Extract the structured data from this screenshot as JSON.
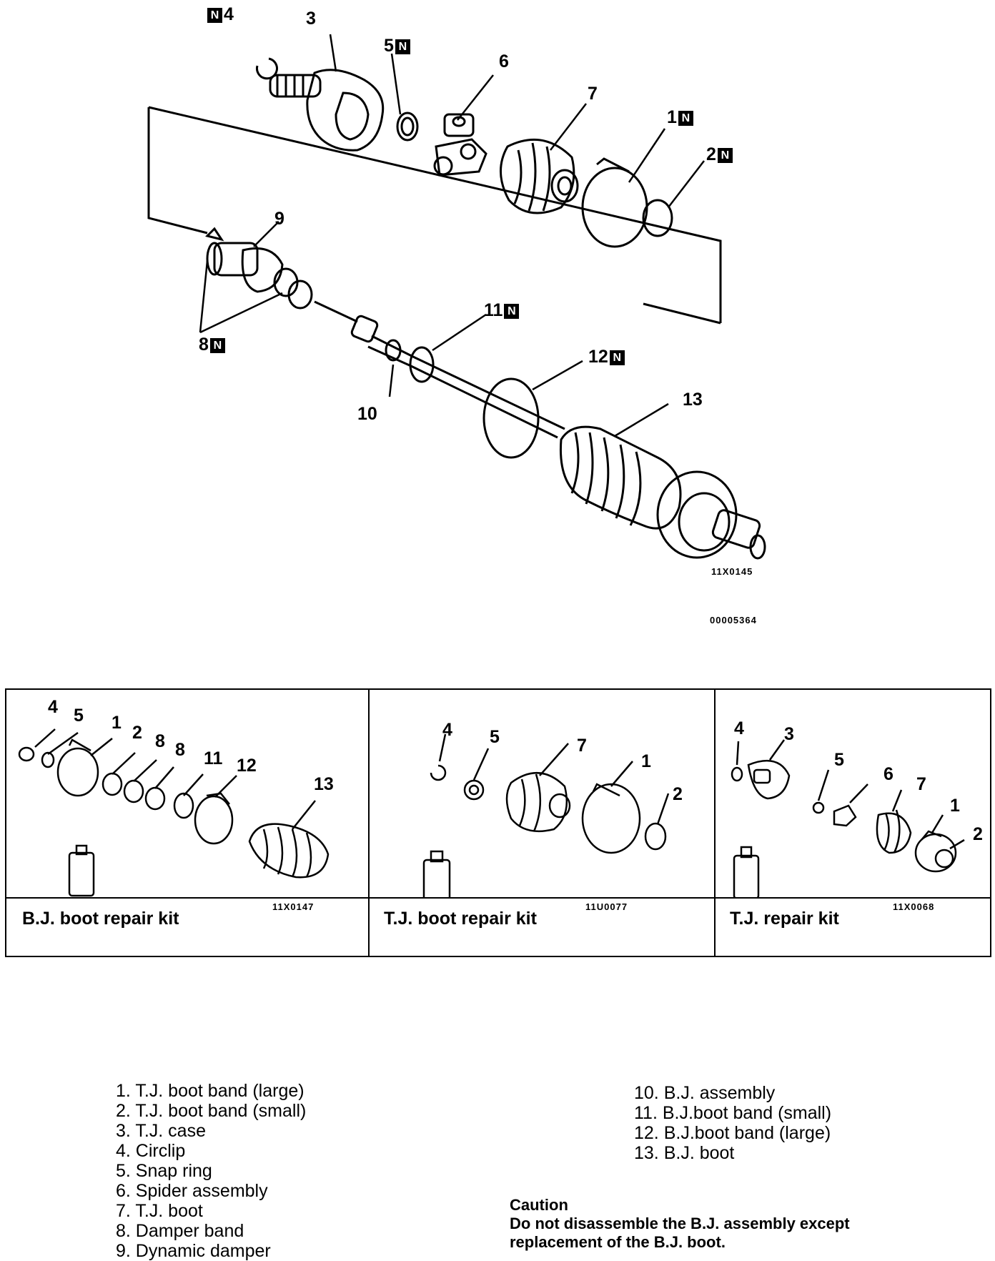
{
  "main_diagram": {
    "figure_code": "11X0145",
    "image_code": "00005364",
    "callouts": [
      {
        "id": "c4",
        "number": "4",
        "new_badge": "N"
      },
      {
        "id": "c3",
        "number": "3",
        "new_badge": ""
      },
      {
        "id": "c5",
        "number": "5",
        "new_badge": "N"
      },
      {
        "id": "c6",
        "number": "6",
        "new_badge": ""
      },
      {
        "id": "c7",
        "number": "7",
        "new_badge": ""
      },
      {
        "id": "c1",
        "number": "1",
        "new_badge": "N"
      },
      {
        "id": "c2",
        "number": "2",
        "new_badge": "N"
      },
      {
        "id": "c9",
        "number": "9",
        "new_badge": ""
      },
      {
        "id": "c8",
        "number": "8",
        "new_badge": "N"
      },
      {
        "id": "c11",
        "number": "11",
        "new_badge": "N"
      },
      {
        "id": "c12",
        "number": "12",
        "new_badge": "N"
      },
      {
        "id": "c10",
        "number": "10",
        "new_badge": ""
      },
      {
        "id": "c13",
        "number": "13",
        "new_badge": ""
      }
    ]
  },
  "kits": [
    {
      "label": "B.J. boot repair kit",
      "figure_code": "11X0147",
      "callouts": [
        "4",
        "5",
        "1",
        "2",
        "8",
        "8",
        "11",
        "12",
        "13"
      ]
    },
    {
      "label": "T.J. boot repair kit",
      "figure_code": "11U0077",
      "callouts": [
        "4",
        "5",
        "7",
        "1",
        "2"
      ]
    },
    {
      "label": "T.J. repair kit",
      "figure_code": "11X0068",
      "callouts": [
        "4",
        "3",
        "5",
        "6",
        "7",
        "1",
        "2"
      ]
    }
  ],
  "parts_left": [
    "1. T.J. boot band (large)",
    "2. T.J. boot band (small)",
    "3. T.J. case",
    "4. Circlip",
    "5. Snap ring",
    "6. Spider assembly",
    "7. T.J. boot",
    "8. Damper band",
    "9. Dynamic damper"
  ],
  "parts_right": [
    "10. B.J. assembly",
    "11. B.J.boot band (small)",
    "12. B.J.boot band (large)",
    "13. B.J. boot"
  ],
  "caution": {
    "title": "Caution",
    "text_line1": "Do not disassemble the B.J. assembly except",
    "text_line2": "replacement of the B.J. boot."
  }
}
